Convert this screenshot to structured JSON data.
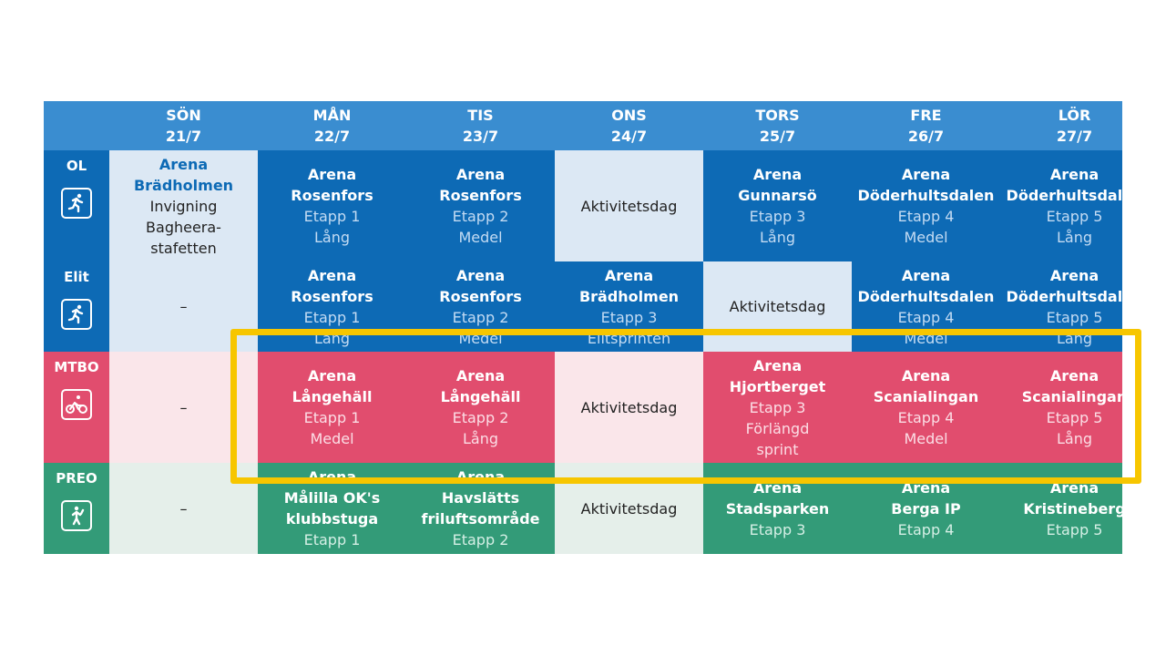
{
  "days": [
    {
      "name": "SÖN",
      "date": "21/7"
    },
    {
      "name": "MÅN",
      "date": "22/7"
    },
    {
      "name": "TIS",
      "date": "23/7"
    },
    {
      "name": "ONS",
      "date": "24/7"
    },
    {
      "name": "TORS",
      "date": "25/7"
    },
    {
      "name": "FRE",
      "date": "26/7"
    },
    {
      "name": "LÖR",
      "date": "27/7"
    }
  ],
  "categories": [
    {
      "name": "OL",
      "icon": "runner-icon"
    },
    {
      "name": "Elit",
      "icon": "runner-icon"
    },
    {
      "name": "MTBO",
      "icon": "cyclist-icon"
    },
    {
      "name": "PREO",
      "icon": "walker-icon"
    }
  ],
  "rows": [
    [
      {
        "style": "light-blue",
        "lines": [
          "Arena",
          "Brädholmen",
          "Invigning",
          "Bagheera-",
          "stafetten"
        ],
        "bold": 2,
        "kind": "arena-highlight"
      },
      {
        "style": "blue",
        "lines": [
          "Arena",
          "Rosenfors",
          "Etapp 1",
          "Lång"
        ],
        "bold": 2
      },
      {
        "style": "blue",
        "lines": [
          "Arena",
          "Rosenfors",
          "Etapp 2",
          "Medel"
        ],
        "bold": 2
      },
      {
        "style": "light-blue",
        "lines": [
          "Aktivitetsdag"
        ],
        "bold": 0
      },
      {
        "style": "blue",
        "lines": [
          "Arena",
          "Gunnarsö",
          "Etapp 3",
          "Lång"
        ],
        "bold": 2
      },
      {
        "style": "blue",
        "lines": [
          "Arena",
          "Döderhultsdalen",
          "Etapp 4",
          "Medel"
        ],
        "bold": 2
      },
      {
        "style": "blue",
        "lines": [
          "Arena",
          "Döderhultsdalen",
          "Etapp 5",
          "Lång"
        ],
        "bold": 2
      }
    ],
    [
      {
        "style": "light-blue",
        "lines": [
          "–"
        ],
        "bold": 0,
        "kind": "dash"
      },
      {
        "style": "blue",
        "lines": [
          "Arena",
          "Rosenfors",
          "Etapp 1",
          "Lång"
        ],
        "bold": 2
      },
      {
        "style": "blue",
        "lines": [
          "Arena",
          "Rosenfors",
          "Etapp 2",
          "Medel"
        ],
        "bold": 2
      },
      {
        "style": "blue",
        "lines": [
          "Arena",
          "Brädholmen",
          "Etapp 3",
          "Elitsprinten"
        ],
        "bold": 2
      },
      {
        "style": "light-blue",
        "lines": [
          "Aktivitetsdag"
        ],
        "bold": 0
      },
      {
        "style": "blue",
        "lines": [
          "Arena",
          "Döderhultsdalen",
          "Etapp 4",
          "Medel"
        ],
        "bold": 2
      },
      {
        "style": "blue",
        "lines": [
          "Arena",
          "Döderhultsdalen",
          "Etapp 5",
          "Lång"
        ],
        "bold": 2
      }
    ],
    [
      {
        "style": "light-pink",
        "lines": [
          "–"
        ],
        "bold": 0,
        "kind": "dash"
      },
      {
        "style": "pink",
        "lines": [
          "Arena",
          "Långehäll",
          "Etapp 1",
          "Medel"
        ],
        "bold": 2
      },
      {
        "style": "pink",
        "lines": [
          "Arena",
          "Långehäll",
          "Etapp 2",
          "Lång"
        ],
        "bold": 2
      },
      {
        "style": "light-pink",
        "lines": [
          "Aktivitetsdag"
        ],
        "bold": 0
      },
      {
        "style": "pink",
        "lines": [
          "Arena",
          "Hjortberget",
          "Etapp 3",
          "Förlängd",
          "sprint"
        ],
        "bold": 2
      },
      {
        "style": "pink",
        "lines": [
          "Arena",
          "Scanialingan",
          "Etapp 4",
          "Medel"
        ],
        "bold": 2
      },
      {
        "style": "pink",
        "lines": [
          "Arena",
          "Scanialingan",
          "Etapp 5",
          "Lång"
        ],
        "bold": 2
      }
    ],
    [
      {
        "style": "light-green",
        "lines": [
          "–"
        ],
        "bold": 0,
        "kind": "dash"
      },
      {
        "style": "green",
        "lines": [
          "Arena",
          "Målilla OK's",
          "klubbstuga",
          "Etapp 1"
        ],
        "bold": 3
      },
      {
        "style": "green",
        "lines": [
          "Arena",
          "Havslätts",
          "friluftsområde",
          "Etapp 2"
        ],
        "bold": 3
      },
      {
        "style": "light-green",
        "lines": [
          "Aktivitetsdag"
        ],
        "bold": 0
      },
      {
        "style": "green",
        "lines": [
          "Arena",
          "Stadsparken",
          "Etapp 3"
        ],
        "bold": 2
      },
      {
        "style": "green",
        "lines": [
          "Arena",
          "Berga IP",
          "Etapp 4"
        ],
        "bold": 2
      },
      {
        "style": "green",
        "lines": [
          "Arena",
          "Kristineberg",
          "Etapp 5"
        ],
        "bold": 2
      }
    ]
  ],
  "colors": {
    "header": "#3a8dd0",
    "blue": "#0d6ab5",
    "light-blue": "#dce8f4",
    "pink": "#e14d6e",
    "light-pink": "#fae6ea",
    "green": "#339b78",
    "light-green": "#e5efea",
    "highlight": "#f7c600"
  }
}
